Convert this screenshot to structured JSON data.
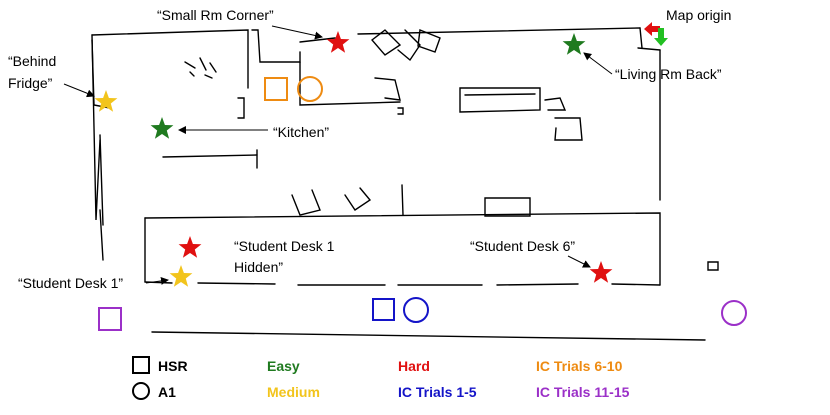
{
  "annotations": {
    "small_rm_corner": "“Small Rm Corner”",
    "map_origin": "Map origin",
    "behind_fridge_1": "“Behind",
    "behind_fridge_2": "Fridge”",
    "living_rm_back": "“Living Rm Back”",
    "kitchen": "“Kitchen”",
    "student_desk_1_hidden_1": "“Student Desk 1",
    "student_desk_1_hidden_2": "Hidden”",
    "student_desk_6": "“Student Desk 6”",
    "student_desk_1": "“Student Desk 1”"
  },
  "legend": {
    "hsr": "HSR",
    "a1": "A1",
    "easy": "Easy",
    "medium": "Medium",
    "hard": "Hard",
    "ic_1_5": "IC Trials 1-5",
    "ic_6_10": "IC Trials 6-10",
    "ic_11_15": "IC Trials 11-15"
  },
  "colors": {
    "easy": "#1f7a1f",
    "medium": "#f2c41c",
    "hard": "#e01010",
    "ic_1_5": "#1414c8",
    "ic_6_10": "#ee8b12",
    "ic_11_15": "#9b30c8",
    "origin_x_arrow": "#e01010",
    "origin_y_arrow": "#22c022"
  }
}
